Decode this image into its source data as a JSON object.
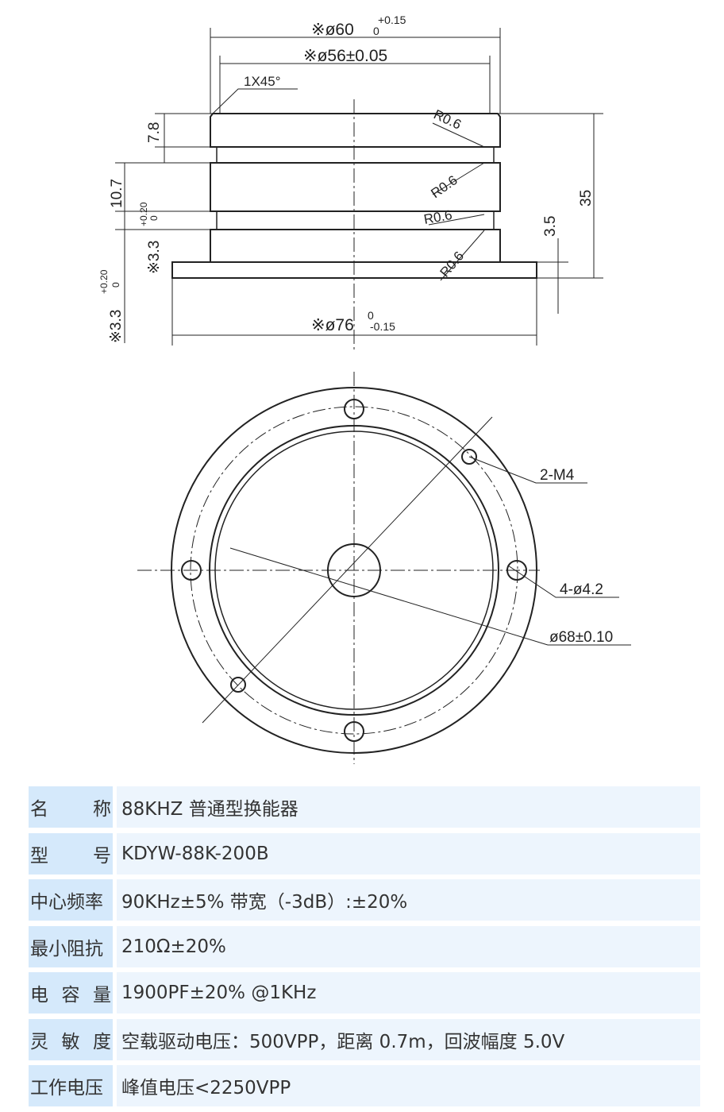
{
  "drawing": {
    "dims": {
      "d60": "※ø60",
      "d60_tol_upper": "+0.15",
      "d60_tol_lower": "0",
      "d56": "※ø56±0.05",
      "chamfer": "1X45°",
      "r06": "R0.6",
      "h78": "7.8",
      "h107": "10.7",
      "h33a": "※3.3",
      "h33a_tol_upper": "+0.20",
      "h33a_tol_lower": "0",
      "h33b": "※3.3",
      "h33b_tol_upper": "+0.20",
      "h33b_tol_lower": "0",
      "h35": "35",
      "h35b": "3.5",
      "d76": "※ø76",
      "d76_tol_upper": "0",
      "d76_tol_lower": "-0.15"
    },
    "callouts": {
      "m4": "2-M4",
      "holes": "4-ø4.2",
      "d68": "ø68±0.10"
    }
  },
  "specs": [
    {
      "label": [
        "名",
        "称"
      ],
      "value": "88KHZ 普通型换能器"
    },
    {
      "label": [
        "型",
        "号"
      ],
      "value": "KDYW-88K-200B"
    },
    {
      "label": [
        "中心频率"
      ],
      "value": "90KHz±5% 带宽（-3dB）:±20%"
    },
    {
      "label": [
        "最小阻抗"
      ],
      "value": "210Ω±20%"
    },
    {
      "label": [
        "电",
        "容",
        "量"
      ],
      "value": "1900PF±20% @1KHz"
    },
    {
      "label": [
        "灵",
        "敏",
        "度"
      ],
      "value": "空载驱动电压：500VPP，距离 0.7m，回波幅度 5.0V"
    },
    {
      "label": [
        "工作电压"
      ],
      "value": "峰值电压<2250VPP"
    }
  ],
  "colors": {
    "label_bg": "#d5e9fb",
    "value_bg": "#edf5fd",
    "line": "#222222"
  }
}
